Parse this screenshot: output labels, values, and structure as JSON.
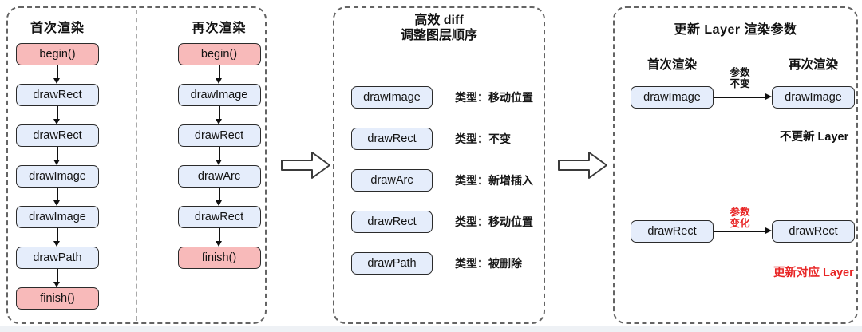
{
  "left_panel": {
    "columns": [
      {
        "title": "首次渲染",
        "boxes": [
          "begin()",
          "drawRect",
          "drawRect",
          "drawImage",
          "drawImage",
          "drawPath",
          "finish()"
        ]
      },
      {
        "title": "再次渲染",
        "boxes": [
          "begin()",
          "drawImage",
          "drawRect",
          "drawArc",
          "drawRect",
          "finish()"
        ]
      }
    ]
  },
  "middle_panel": {
    "title_line1": "高效 diff",
    "title_line2": "调整图层顺序",
    "rows": [
      {
        "box": "drawImage",
        "type": "类型：移动位置"
      },
      {
        "box": "drawRect",
        "type": "类型：不变"
      },
      {
        "box": "drawArc",
        "type": "类型：新增插入"
      },
      {
        "box": "drawRect",
        "type": "类型：移动位置"
      },
      {
        "box": "drawPath",
        "type": "类型：被删除"
      }
    ]
  },
  "right_panel": {
    "title": "更新 Layer 渲染参数",
    "col_headers": [
      "首次渲染",
      "再次渲染"
    ],
    "rows": [
      {
        "from": "drawImage",
        "to": "drawImage",
        "arrow_line1": "参数",
        "arrow_line2": "不变",
        "note": "不更新 Layer"
      },
      {
        "from": "drawRect",
        "to": "drawRect",
        "arrow_line1": "参数",
        "arrow_line2": "变化",
        "note": "更新对应 Layer"
      }
    ]
  },
  "colors": {
    "pink_box": "#f8baba",
    "blue_box": "#e5edfb",
    "box_border": "#2b2b2b",
    "red_text": "#e82525"
  }
}
